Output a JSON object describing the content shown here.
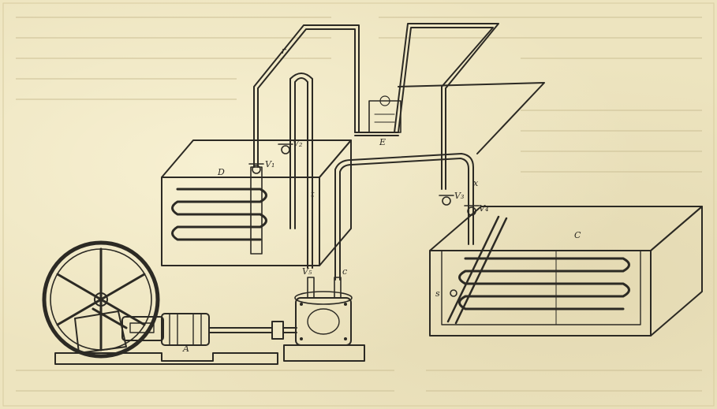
{
  "diagram": {
    "labels": {
      "D": "D",
      "C": "C",
      "E": "E",
      "A": "A",
      "r": "r",
      "V1": "V₁",
      "V2": "V₂",
      "V3": "V₃",
      "V4": "V₄",
      "V5": "V₅",
      "t": "t",
      "s": "s",
      "c_small": "c",
      "x_right": "x"
    }
  },
  "colors": {
    "paper": "#ede4bf",
    "ink": "#2c2a24",
    "bleed": "#cbbf95"
  }
}
